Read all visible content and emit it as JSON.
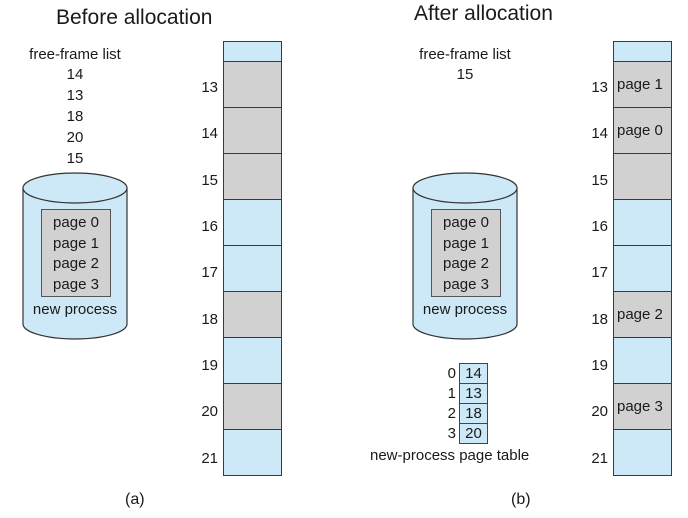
{
  "left": {
    "title": "Before allocation",
    "caption": "(a)",
    "free_frame_list_label": "free-frame list",
    "free_frame_list": [
      "14",
      "13",
      "18",
      "20",
      "15"
    ],
    "disk_pages": [
      "page 0",
      "page 1",
      "page 2",
      "page 3"
    ],
    "disk_label": "new process",
    "frames": [
      {
        "number": "",
        "state": "free",
        "content": ""
      },
      {
        "number": "13",
        "state": "used",
        "content": ""
      },
      {
        "number": "14",
        "state": "used",
        "content": ""
      },
      {
        "number": "15",
        "state": "used",
        "content": ""
      },
      {
        "number": "16",
        "state": "free",
        "content": ""
      },
      {
        "number": "17",
        "state": "free",
        "content": ""
      },
      {
        "number": "18",
        "state": "used",
        "content": ""
      },
      {
        "number": "19",
        "state": "free",
        "content": ""
      },
      {
        "number": "20",
        "state": "used",
        "content": ""
      },
      {
        "number": "21",
        "state": "free",
        "content": ""
      }
    ]
  },
  "right": {
    "title": "After allocation",
    "caption": "(b)",
    "free_frame_list_label": "free-frame list",
    "free_frame_list": [
      "15"
    ],
    "disk_pages": [
      "page 0",
      "page 1",
      "page 2",
      "page 3"
    ],
    "disk_label": "new process",
    "page_table": [
      {
        "index": "0",
        "frame": "14"
      },
      {
        "index": "1",
        "frame": "13"
      },
      {
        "index": "2",
        "frame": "18"
      },
      {
        "index": "3",
        "frame": "20"
      }
    ],
    "page_table_label": "new-process page table",
    "frames": [
      {
        "number": "",
        "state": "free",
        "content": ""
      },
      {
        "number": "13",
        "state": "used",
        "content": "page 1"
      },
      {
        "number": "14",
        "state": "used",
        "content": "page 0"
      },
      {
        "number": "15",
        "state": "used",
        "content": ""
      },
      {
        "number": "16",
        "state": "free",
        "content": ""
      },
      {
        "number": "17",
        "state": "free",
        "content": ""
      },
      {
        "number": "18",
        "state": "used",
        "content": "page 2"
      },
      {
        "number": "19",
        "state": "free",
        "content": ""
      },
      {
        "number": "20",
        "state": "used",
        "content": "page 3"
      },
      {
        "number": "21",
        "state": "free",
        "content": ""
      }
    ]
  },
  "colors": {
    "free_frame": "#cde9f7",
    "used_frame": "#d1d1d1",
    "disk_fill": "#cde9f7"
  }
}
